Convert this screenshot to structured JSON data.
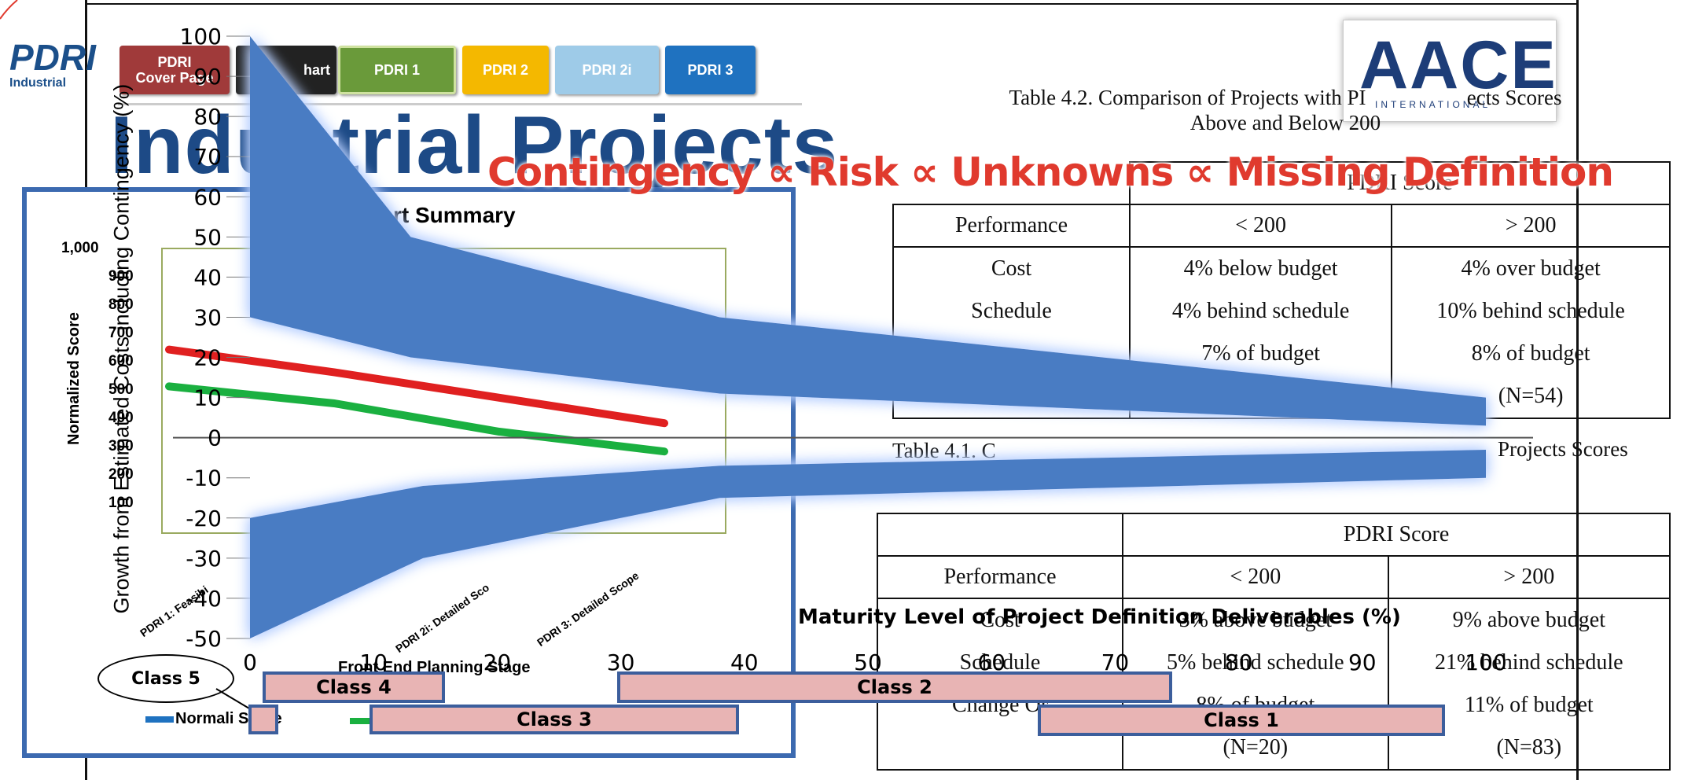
{
  "pdri": {
    "logo": "PDRI",
    "logo_sub": "Industrial",
    "tabs": [
      {
        "label": "PDRI\nCover Page",
        "color": "#a03a3a"
      },
      {
        "label": "hart",
        "color": "#222222"
      },
      {
        "label": "PDRI 1",
        "color": "#6a9a3a"
      },
      {
        "label": "PDRI 2",
        "color": "#f4b800"
      },
      {
        "label": "PDRI 2i",
        "color": "#9ecbe8"
      },
      {
        "label": "PDRI 3",
        "color": "#1f72c0"
      }
    ],
    "title": "Industrial Projects",
    "summary_title": "rt Summary",
    "normalized_label": "Normalized Score",
    "left_ticks": [
      "1,000",
      "900",
      "800",
      "700",
      "600",
      "500",
      "400",
      "300",
      "200",
      "100"
    ],
    "stages": [
      "PDRI 1: Feasibi",
      "PDRI 2i: Detailed Sco",
      "PDRI 3: Detailed Scope"
    ],
    "front_end_label": "Front End Planning Stage",
    "legend_label": "Normali  Score"
  },
  "aace": {
    "name": "AACE",
    "sub": "INTERNATIONAL"
  },
  "table_top": {
    "caption_line1": "Table 4.2. Comparison of Projects with PI                   ects Scores",
    "caption_line2": "Above and Below 200",
    "score_header": "PDRI Score",
    "headers": [
      "Performance",
      "< 200",
      "> 200"
    ],
    "rows": [
      [
        "Cost",
        "4% below budget",
        "4% over budget"
      ],
      [
        "Schedule",
        "4% behind schedule",
        "10% behind schedule"
      ],
      [
        "",
        "7% of budget",
        "8% of budget"
      ],
      [
        "",
        "",
        "(N=54)"
      ]
    ]
  },
  "table_bottom": {
    "caption_partial": "Table 4.1. C",
    "caption_right": "Projects Scores",
    "score_header": "PDRI Score",
    "headers": [
      "Performance",
      "< 200",
      "> 200"
    ],
    "rows": [
      [
        "Cost",
        "3% above budget",
        "9% above budget"
      ],
      [
        "Schedule",
        "5% behind schedule",
        "21% behind schedule"
      ],
      [
        "Change Or",
        "8% of budget",
        "11% of budget"
      ],
      [
        "",
        "(N=20)",
        "(N=83)"
      ]
    ]
  },
  "headline": "Contingency ∝ Risk ∝ Unknowns ∝ Missing Definition",
  "classes": [
    {
      "label": "Class 5"
    },
    {
      "label": "Class 4"
    },
    {
      "label": "Class 3"
    },
    {
      "label": "Class 2"
    },
    {
      "label": "Class 1"
    }
  ],
  "chart_data": [
    {
      "type": "area",
      "title": "",
      "ylabel": "Growth from Estimated Costs including Contingency (%)",
      "xlabel": "Maturity Level of Project Definition Deliverables (%)",
      "xlim": [
        0,
        100
      ],
      "ylim": [
        -50,
        100
      ],
      "xticks": [
        0,
        10,
        20,
        30,
        40,
        50,
        60,
        70,
        80,
        90,
        100
      ],
      "yticks": [
        100,
        90,
        80,
        70,
        60,
        50,
        40,
        30,
        20,
        10,
        0,
        -10,
        -20,
        -30,
        -40,
        -50
      ],
      "series": [
        {
          "band": "upper",
          "x": [
            0,
            13,
            38,
            100
          ],
          "upper": [
            100,
            50,
            30,
            10
          ],
          "lower": [
            30,
            20,
            11,
            3
          ],
          "color": "#4a7bc3"
        },
        {
          "band": "lower",
          "x": [
            0,
            14,
            38,
            100
          ],
          "upper": [
            -20,
            -12,
            -7,
            -3
          ],
          "lower": [
            -50,
            -30,
            -15,
            -10
          ],
          "color": "#4a7bc3"
        }
      ]
    },
    {
      "type": "line",
      "title": "",
      "x": [
        0,
        1,
        2,
        3
      ],
      "series": [
        {
          "values": [
            640,
            560,
            470,
            380
          ],
          "color": "#e02020"
        },
        {
          "values": [
            510,
            450,
            350,
            280
          ],
          "color": "#1ab040"
        }
      ],
      "ylim": [
        0,
        1000
      ]
    }
  ]
}
